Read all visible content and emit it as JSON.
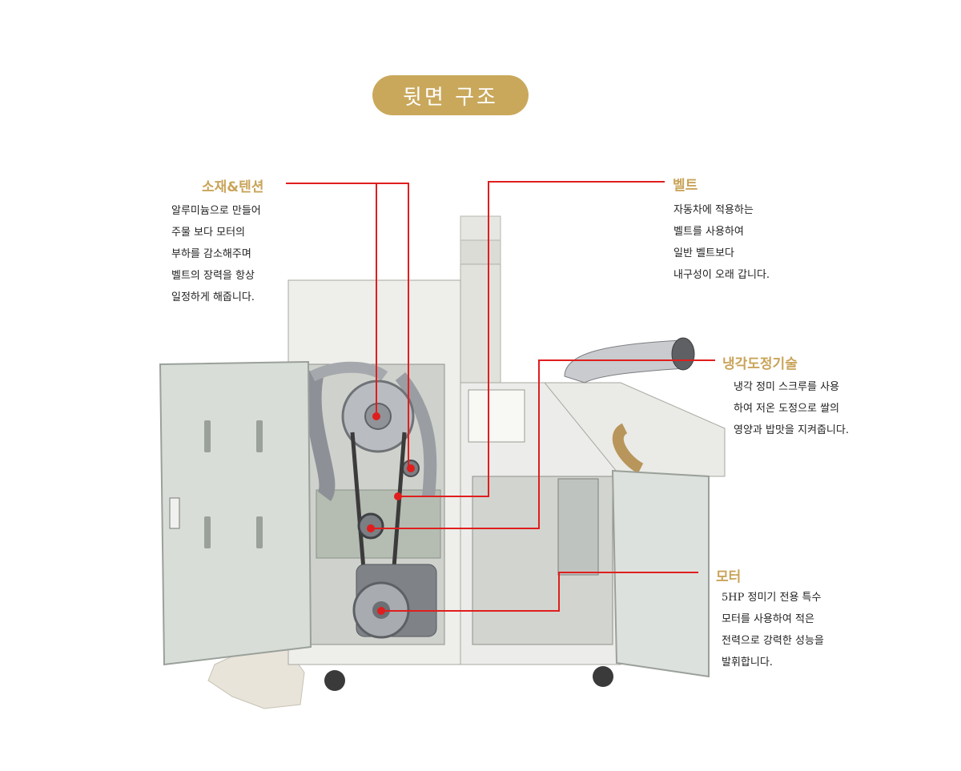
{
  "title": "뒷면 구조",
  "callouts": {
    "tension": {
      "label": "소재&텐션",
      "lines": [
        "알루미늄으로 만들어",
        "주물 보다 모터의",
        "부하를 감소해주며",
        "벨트의 장력을 항상",
        "일정하게 해줍니다."
      ]
    },
    "belt": {
      "label": "벨트",
      "lines": [
        "자동차에 적용하는",
        "벨트를 사용하여",
        "일반 벨트보다",
        "내구성이 오래 갑니다."
      ]
    },
    "cooling": {
      "label": "냉각도정기술",
      "lines": [
        "냉각 정미 스크루를 사용",
        "하여 저온 도정으로 쌀의",
        "영양과 밥맛을 지켜줍니다."
      ]
    },
    "motor": {
      "label": "모터",
      "lines": [
        "5HP 정미기 전용 특수",
        "모터를 사용하여 적은",
        "전력으로 강력한 성능을",
        "발휘합니다."
      ]
    }
  },
  "colors": {
    "accent": "#c9a85c",
    "callout_line": "#e01e1e",
    "label_text": "#c9a45a"
  }
}
